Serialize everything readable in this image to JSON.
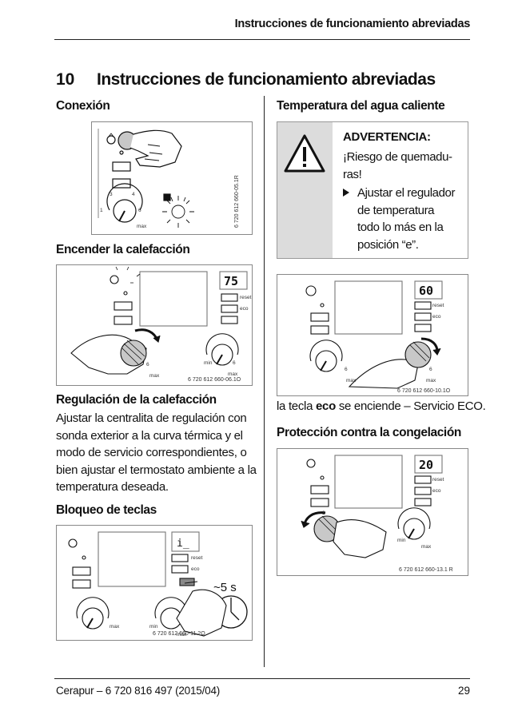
{
  "header": {
    "title": "Instrucciones de funcionamiento abreviadas"
  },
  "section": {
    "number": "10",
    "title": "Instrucciones de funcionamiento abreviadas"
  },
  "left": {
    "conexion": {
      "title": "Conexión",
      "figure_ref": "6 720 612 660-05.1R"
    },
    "encender": {
      "title": "Encender la calefacción",
      "figure_ref": "6 720 612 660-06.1O",
      "display": "75"
    },
    "regulacion": {
      "title": "Regulación de la calefacción",
      "lines": [
        "Ajustar la centralita de regulación con",
        "sonda exterior a la curva térmica y el",
        "modo de servicio correspondientes, o",
        "bien ajustar el termostato ambiente a la",
        "temperatura deseada."
      ]
    },
    "bloqueo": {
      "title": "Bloqueo de teclas",
      "figure_ref": "6 720 612 660-11.2O",
      "timer": "~5 s"
    }
  },
  "right": {
    "agua": {
      "title": "Temperatura del agua caliente",
      "warning_title": "ADVERTENCIA:",
      "warning_lines": [
        "¡Riesgo de quemadu-",
        "ras!"
      ],
      "warning_item_lines": [
        "Ajustar el regulador",
        "de temperatura",
        "todo lo más en la",
        "posición “e”."
      ],
      "figure_ref": "6 720 612 660-10.1O",
      "display": "60",
      "eco_pre": "la tecla ",
      "eco_word": "eco",
      "eco_post": " se enciende – Servicio ECO."
    },
    "helada": {
      "title": "Protección contra la congelación",
      "figure_ref": "6 720 612 660-13.1 R",
      "display": "20"
    }
  },
  "panel_labels": {
    "reset": "reset",
    "eco": "eco",
    "min": "min",
    "max": "max"
  },
  "footer": {
    "left": "Cerapur – 6 720 816 497 (2015/04)",
    "right": "29"
  }
}
